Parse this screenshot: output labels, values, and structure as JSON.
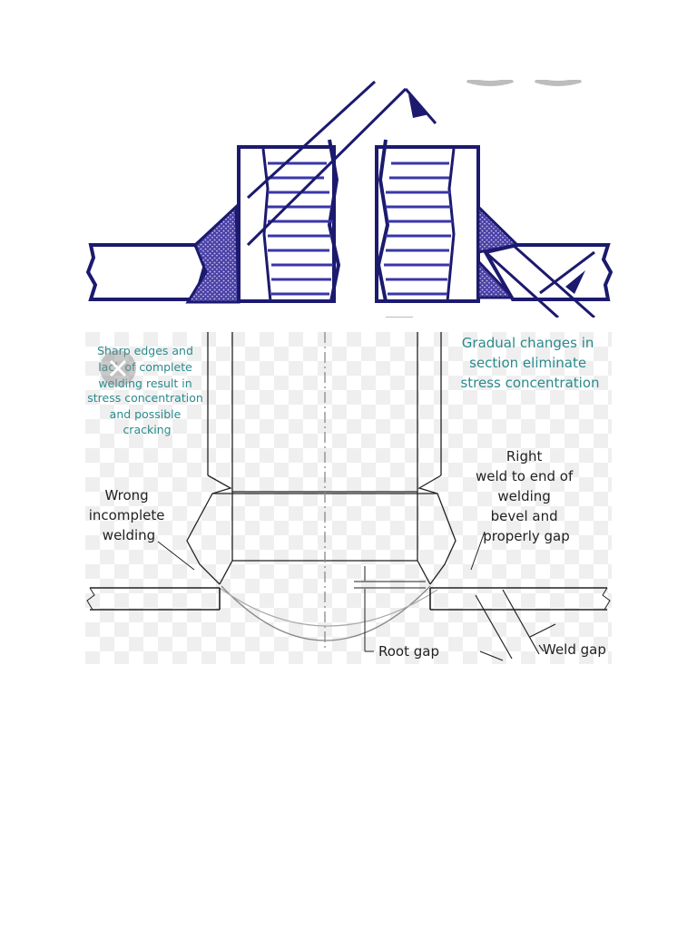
{
  "figure": {
    "top_illustration": {
      "description_icon": "weld-cross-section-illustration",
      "colors": {
        "outline": "#1c1a6e",
        "weld_fill": "#5a4fb0",
        "hatch": "#3a36a8"
      }
    },
    "bottom_diagram": {
      "colors": {
        "teal_text": "#2a8a8c",
        "line": "#222222",
        "checker": "#efefef"
      },
      "notes": {
        "left_note": [
          "Sharp edges and",
          "lack of complete",
          "welding result in",
          "stress concentration",
          "and possible",
          "cracking"
        ],
        "right_note": [
          "Gradual changes in",
          "section eliminate",
          "stress concentration"
        ]
      },
      "labels": {
        "wrong": [
          "Wrong",
          "incomplete",
          "welding"
        ],
        "right": [
          "Right",
          "weld to end of",
          "welding",
          "bevel and",
          "properly gap"
        ],
        "root_gap": "Root gap",
        "weld_gap": "Weld gap"
      }
    }
  }
}
